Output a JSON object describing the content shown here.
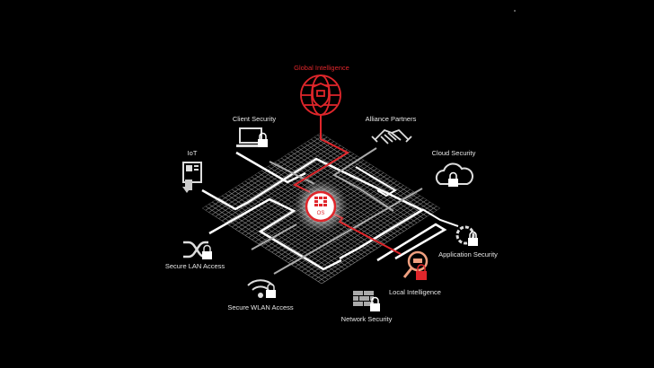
{
  "diagram": {
    "center": {
      "label": "OS"
    },
    "top": {
      "label": "Global Intelligence"
    },
    "nodes": [
      {
        "id": "client",
        "label": "Client Security",
        "icon": "laptop-lock-icon"
      },
      {
        "id": "alliance",
        "label": "Alliance Partners",
        "icon": "handshake-icon"
      },
      {
        "id": "iot",
        "label": "IoT",
        "icon": "atm-device-icon"
      },
      {
        "id": "cloud",
        "label": "Cloud Security",
        "icon": "cloud-lock-icon"
      },
      {
        "id": "app",
        "label": "Application Security",
        "icon": "gear-lock-icon"
      },
      {
        "id": "lan",
        "label": "Secure LAN Access",
        "icon": "shuffle-lock-icon"
      },
      {
        "id": "wlan",
        "label": "Secure WLAN Access",
        "icon": "wifi-lock-icon"
      },
      {
        "id": "local",
        "label": "Local Intelligence",
        "icon": "magnifier-lock-icon"
      },
      {
        "id": "network",
        "label": "Network Security",
        "icon": "firewall-lock-icon"
      }
    ],
    "colors": {
      "accent": "#e0262b",
      "local": "#f0a080",
      "line": "#ffffff",
      "grid": "#8a8a8a"
    }
  }
}
